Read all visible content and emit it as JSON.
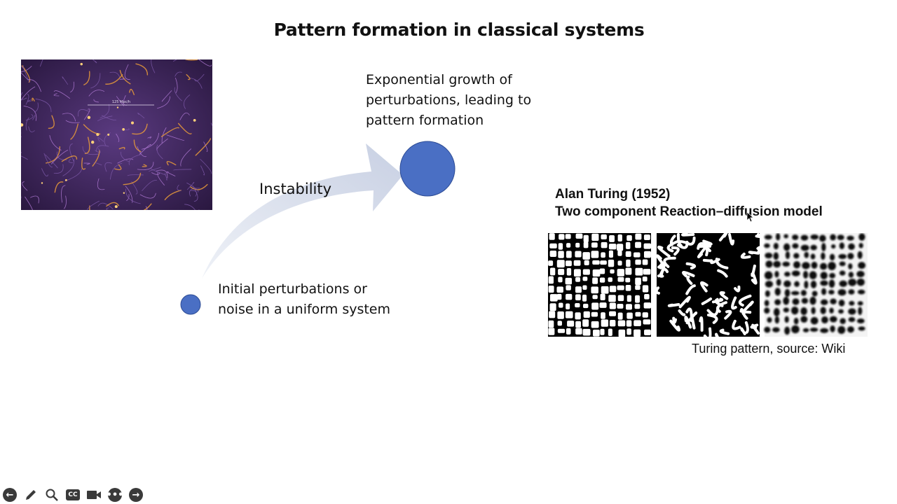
{
  "slide": {
    "title": "Pattern formation in classical systems",
    "cosmic_scale_label": "125 Mpc/h",
    "growth_text": [
      "Exponential growth of",
      "perturbations, leading to",
      "pattern formation"
    ],
    "instability_label": "Instability",
    "initial_text": [
      "Initial perturbations or",
      "noise in a uniform system"
    ],
    "turing_title": "Alan Turing (1952)",
    "turing_model": "Two component Reaction–diffusion model",
    "caption": "Turing pattern, source: Wiki"
  },
  "colors": {
    "dot": "#4a6fc4",
    "arrow": "#d3d9e8",
    "cosmic_bg": "#2c1a3e",
    "filament": "#e79a3a"
  },
  "toolbar": {
    "icons": [
      "back-arrow-icon",
      "pen-icon",
      "zoom-icon",
      "closed-captions-icon",
      "camera-icon",
      "more-icon",
      "forward-arrow-icon"
    ],
    "cc_label": "CC"
  }
}
